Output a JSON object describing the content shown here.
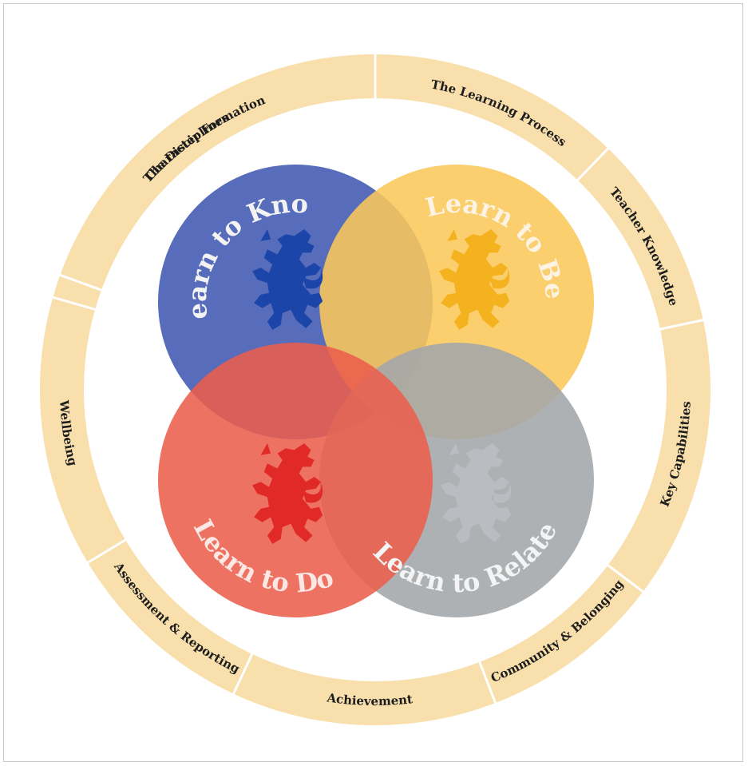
{
  "ring": {
    "fill": "#f8dfac",
    "divider": "#ffffff",
    "segments": [
      {
        "label": "Character Formation"
      },
      {
        "label": "The Learning Process"
      },
      {
        "label": "Teacher Knowledge"
      },
      {
        "label": "Key Capabilities"
      },
      {
        "label": "Community & Belonging"
      },
      {
        "label": "Achievement"
      },
      {
        "label": "Assessment & Reporting"
      },
      {
        "label": "Wellbeing"
      },
      {
        "label": "The Disciplines"
      }
    ]
  },
  "circles": [
    {
      "label": "Learn to Know",
      "color": "#4058b0",
      "lion_color": "#1b45a8",
      "label_color": "#f3f3f3"
    },
    {
      "label": "Learn to Be",
      "color": "#fbc75a",
      "lion_color": "#f4b21f",
      "label_color": "#fdf3e2"
    },
    {
      "label": "Learn to Relate",
      "color": "#a3a6aa",
      "lion_color": "#b9bcc0",
      "label_color": "#f4f4f4"
    },
    {
      "label": "Learn to Do",
      "color": "#ec5e4c",
      "lion_color": "#e12a28",
      "label_color": "#fbe8e4"
    }
  ],
  "icons": {
    "lion": "lion-rampant-icon"
  }
}
